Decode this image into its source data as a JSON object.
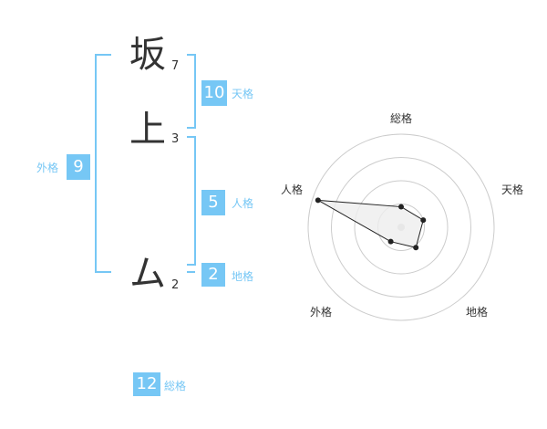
{
  "name": {
    "characters": [
      {
        "char": "坂",
        "strokes": "7"
      },
      {
        "char": "上",
        "strokes": "3"
      },
      {
        "char": "ム",
        "strokes": "2"
      }
    ]
  },
  "kaku": {
    "tenkaku": {
      "value": "10",
      "label": "天格"
    },
    "jinkaku": {
      "value": "5",
      "label": "人格"
    },
    "chikaku": {
      "value": "2",
      "label": "地格"
    },
    "gaikaku": {
      "value": "9",
      "label": "外格"
    },
    "soukaku": {
      "value": "12",
      "label": "総格"
    }
  },
  "radar": {
    "axes": [
      "総格",
      "天格",
      "地格",
      "外格",
      "人格"
    ],
    "values": [
      0.22,
      0.25,
      0.27,
      0.19,
      0.94
    ],
    "rings": 4
  },
  "colors": {
    "accent": "#76c7f5",
    "text": "#333333",
    "ring": "#cccccc",
    "polygon_fill": "#eeeeee",
    "polygon_stroke": "#222222"
  }
}
